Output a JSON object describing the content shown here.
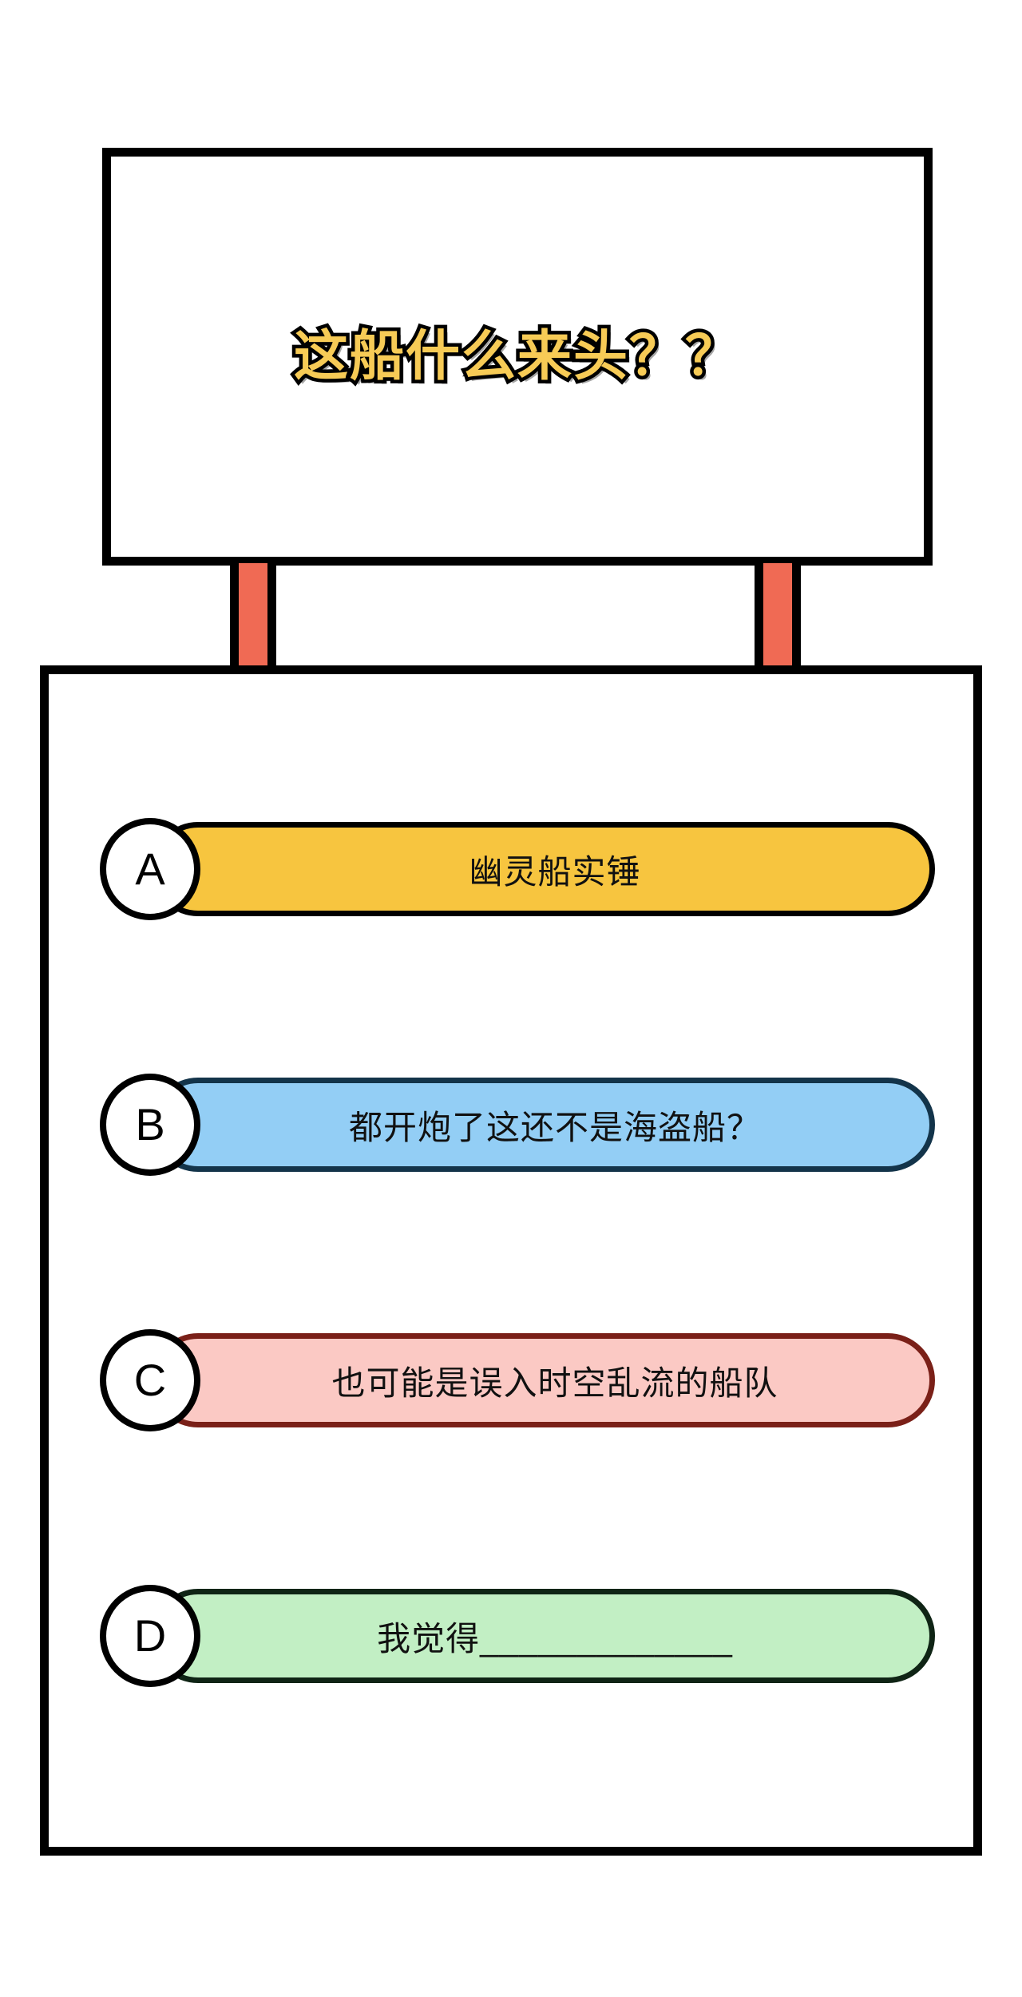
{
  "banner": {
    "title": "这船什么来头？？",
    "title_color": "#F7CB56",
    "title_stroke_color": "#000000",
    "board_border_color": "#000000",
    "board_fill": "#FFFFFF"
  },
  "posts": {
    "color": "#F06A54",
    "border_color": "#000000",
    "count": 2
  },
  "panel": {
    "border_color": "#000000",
    "fill": "#FFFFFF"
  },
  "options": [
    {
      "letter": "A",
      "text": "幽灵船实锤",
      "fill": "#F7C53F",
      "border": "#000000",
      "badge_fill": "#FFFFFF",
      "badge_border": "#000000"
    },
    {
      "letter": "B",
      "text": "都开炮了这还不是海盗船？",
      "fill": "#93CEF5",
      "border": "#13344A",
      "badge_fill": "#FFFFFF",
      "badge_border": "#000000"
    },
    {
      "letter": "C",
      "text": "也可能是误入时空乱流的船队",
      "fill": "#FBC9C4",
      "border": "#7A2018",
      "badge_fill": "#FFFFFF",
      "badge_border": "#000000"
    },
    {
      "letter": "D",
      "text": "我觉得_____________",
      "fill": "#C2EFC4",
      "border": "#0F2415",
      "badge_fill": "#FFFFFF",
      "badge_border": "#000000"
    }
  ]
}
